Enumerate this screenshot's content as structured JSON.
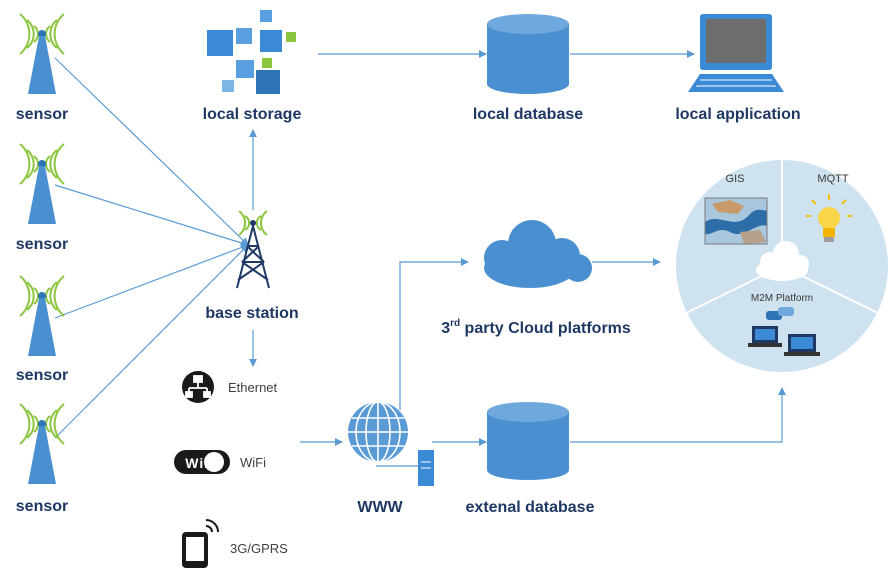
{
  "sensors": [
    "sensor",
    "sensor",
    "sensor",
    "sensor"
  ],
  "base_station": "base station",
  "local_storage": "local storage",
  "local_database": "local database",
  "local_application": "local application",
  "connectivity": {
    "ethernet": "Ethernet",
    "wifi": "WiFi",
    "wifi_logo": "WiFi",
    "mobile": "3G/GPRS"
  },
  "www": "WWW",
  "cloud": {
    "prefix": "3",
    "superscript": "rd",
    "suffix": " party Cloud platforms"
  },
  "external_database": "extenal database",
  "platform_circle": {
    "gis": "GIS",
    "mqtt": "MQTT",
    "m2m": "M2M Platform"
  },
  "colors": {
    "label": "#1f3864",
    "icon_blue": "#5b9bd5",
    "signal_green": "#8cc63f",
    "line_blue": "#5b9bd5",
    "circle_bg": "#cfe2f0"
  }
}
